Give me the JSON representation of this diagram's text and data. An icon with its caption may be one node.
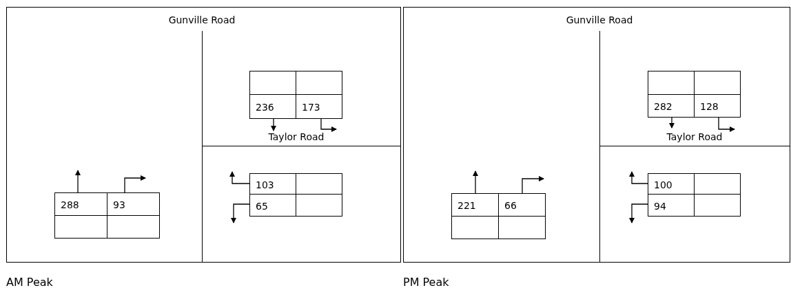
{
  "diagram": {
    "labels": [
      "Gunville Road",
      "236",
      "173",
      "Taylor Road",
      "288",
      "93",
      "103",
      "65",
      "Gunville Road",
      "282",
      "128",
      "Taylor Road",
      "221",
      "66",
      "100",
      "94",
      "AM Peak",
      "PM Peak"
    ]
  }
}
